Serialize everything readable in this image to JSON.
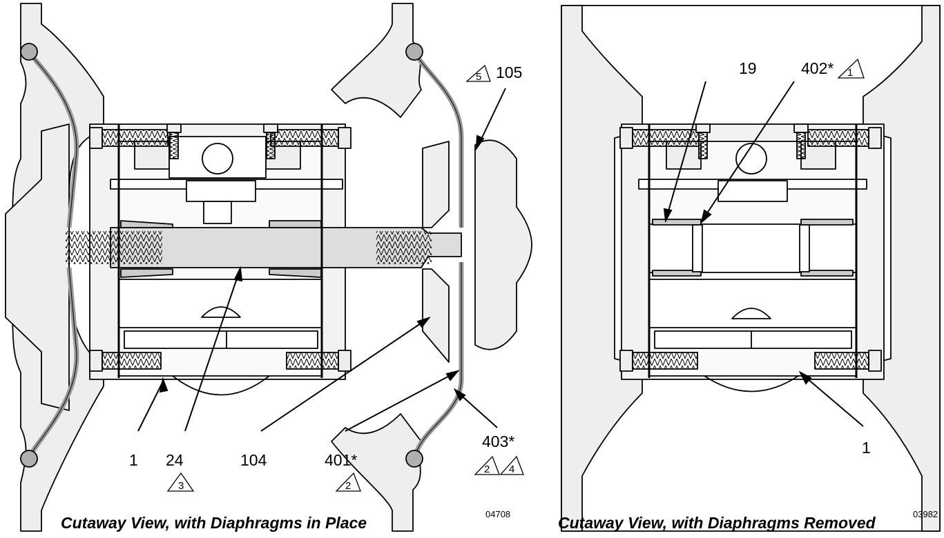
{
  "left_view": {
    "caption": "Cutaway View, with Diaphragms in Place",
    "ref_code": "04708",
    "labels": {
      "l1": "1",
      "l24": "24",
      "l104": "104",
      "l401": "401*",
      "l403": "403*",
      "l105": "105"
    },
    "warnings": {
      "w5": "5",
      "w3": "3",
      "w2a": "2",
      "w2b": "2",
      "w4": "4"
    }
  },
  "right_view": {
    "caption": "Cutaway View, with Diaphragms  Removed",
    "ref_code": "03982",
    "labels": {
      "l19": "19",
      "l402": "402*",
      "l1": "1"
    },
    "warnings": {
      "w1": "1"
    }
  },
  "colors": {
    "line": "#000000",
    "part_fill": "#eeeeee",
    "shaft_fill": "#dddddd",
    "diaphragm_fill": "#999999",
    "ball_fill": "#b0b0b0"
  }
}
